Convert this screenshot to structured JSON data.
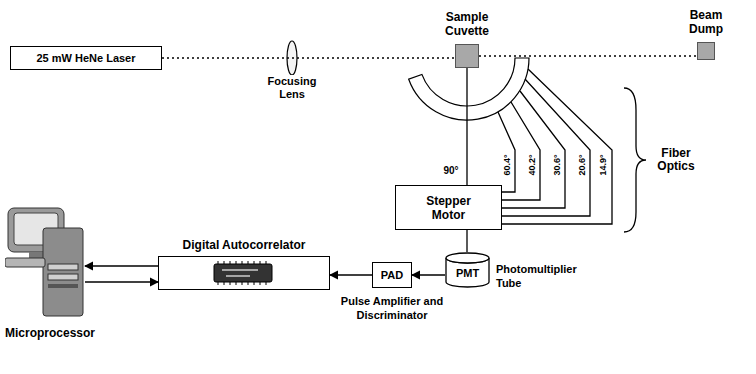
{
  "diagram": {
    "nodes": [
      {
        "text": [
          "25 mW HeNe Laser"
        ]
      },
      {
        "text": [
          "Sample Cuvette"
        ]
      },
      {
        "text": [
          "Beam Dump"
        ]
      },
      {
        "text": [
          "Stepper Motor"
        ]
      },
      {
        "text": [
          "PMT",
          "Photomultiplier Tube"
        ]
      },
      {
        "text": [
          "PAD",
          "Pulse Amplifier and Discriminator"
        ]
      },
      {
        "text": [
          "Digital Autocorrelator"
        ]
      },
      {
        "text": [
          "Microprocessor"
        ]
      }
    ],
    "edges": [
      {
        "from": 0,
        "to": 1,
        "arrow": "none"
      },
      {
        "from": 1,
        "to": 2,
        "arrow": "none"
      },
      {
        "from": 1,
        "to": 3,
        "arrow": "none"
      },
      {
        "from": 3,
        "to": 4,
        "arrow": "none"
      },
      {
        "from": 4,
        "to": 5,
        "arrow": "to"
      },
      {
        "from": 5,
        "to": 6,
        "arrow": "to"
      },
      {
        "from": 6,
        "to": 7,
        "arrow": "to"
      },
      {
        "from": 7,
        "to": 6,
        "arrow": "to"
      }
    ],
    "labels": [
      "Focusing Lens",
      "90°",
      "60.4°",
      "40.2°",
      "30.6°",
      "20.6°",
      "14.9°",
      "Fiber Optics"
    ]
  }
}
